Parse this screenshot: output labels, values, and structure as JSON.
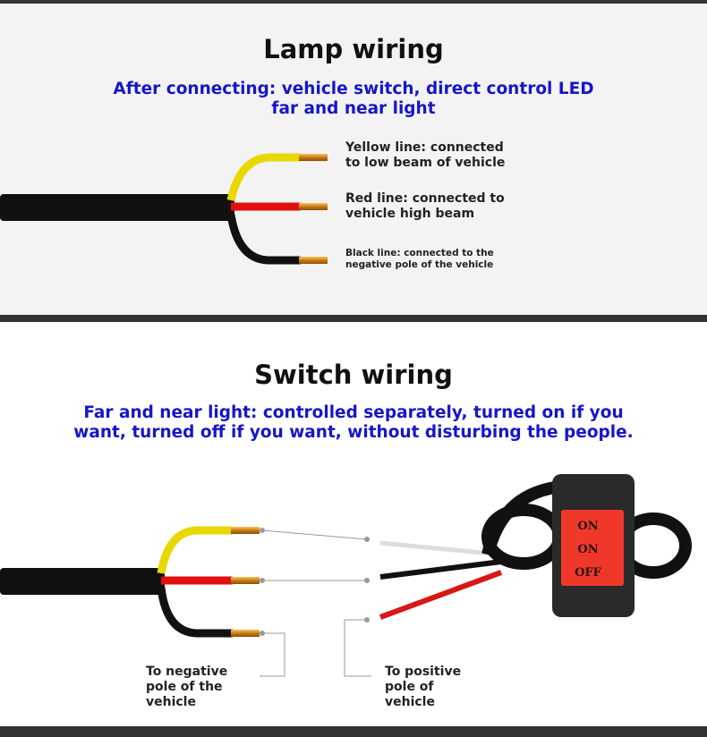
{
  "lamp": {
    "title": "Lamp wiring",
    "subtitle_line1": "After connecting: vehicle switch, direct control LED",
    "subtitle_line2": "far and near light",
    "yellow_label": [
      "Yellow line: connected",
      "to low beam of vehicle"
    ],
    "red_label": [
      "Red line: connected to",
      "vehicle high beam"
    ],
    "black_label": [
      "Black line: connected to the",
      "negative pole of the vehicle"
    ]
  },
  "switch": {
    "title": "Switch wiring",
    "subtitle_line1": "Far and near light: controlled separately, turned on if you",
    "subtitle_line2": "want, turned off if you want, without disturbing the people.",
    "switch_positions": [
      "ON",
      "ON",
      "OFF"
    ],
    "negative_label": [
      "To negative",
      "pole of the",
      "vehicle"
    ],
    "positive_label": [
      "To positive",
      "pole of",
      "vehicle"
    ]
  },
  "colors": {
    "subtitle": "#1616c8",
    "switch_red": "#f0382a"
  }
}
